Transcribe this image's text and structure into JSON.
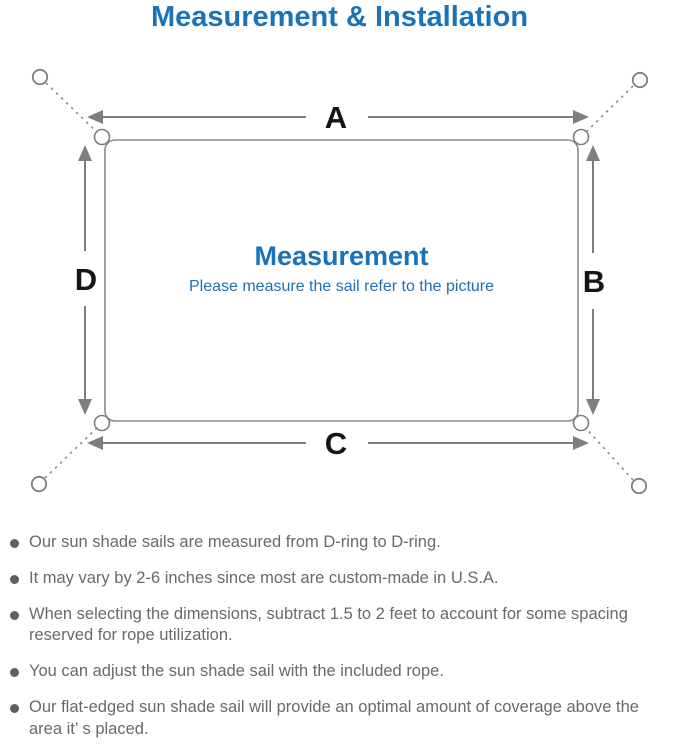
{
  "title": "Measurement & Installation",
  "diagram": {
    "labels": {
      "top": "A",
      "right": "B",
      "bottom": "C",
      "left": "D"
    },
    "center_heading": "Measurement",
    "center_subtitle": "Please measure the sail refer to the picture"
  },
  "notes": [
    "Our sun shade sails are measured from D-ring to D-ring.",
    "It may vary by 2-6 inches since most are custom-made in U.S.A.",
    "When selecting the dimensions, subtract 1.5 to 2 feet to account for some spacing reserved for rope utilization.",
    "You can adjust the sun shade sail with the included rope.",
    "Our flat-edged sun shade sail will provide an optimal amount of coverage above the area it’ s placed."
  ],
  "colors": {
    "accent_blue": "#1a73b8",
    "line_gray": "#7e7e7e",
    "text_gray": "#696969"
  }
}
